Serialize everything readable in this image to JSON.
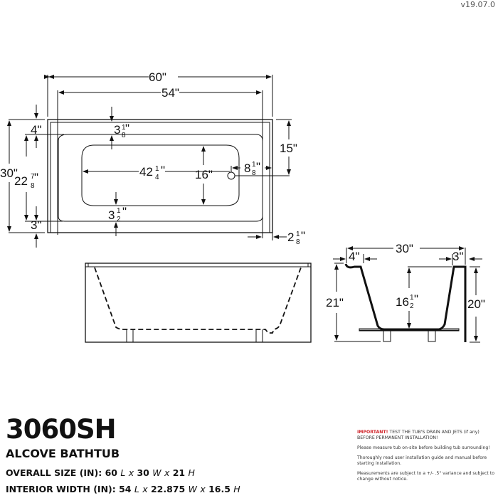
{
  "version": "v19.07.0",
  "product": {
    "model": "3060SH",
    "type": "ALCOVE BATHTUB",
    "overall_size": {
      "label": "OVERALL SIZE (IN):",
      "L": "60",
      "W": "30",
      "H": "21"
    },
    "interior_width": {
      "label": "INTERIOR WIDTH (IN):",
      "L": "54",
      "W": "22.875",
      "H": "16.5"
    }
  },
  "units": {
    "L": "L",
    "W": "W",
    "H": "H",
    "x": "x"
  },
  "top_view": {
    "overall_length": "60\"",
    "interior_length": "54\"",
    "overall_width": "30\"",
    "interior_width_whole": "22",
    "interior_width_frac_num": "7",
    "interior_width_frac_den": "8",
    "top_rim": "4\"",
    "bottom_rim": "3\"",
    "top_gap_whole": "3",
    "top_gap_num": "1",
    "top_gap_den": "8",
    "bottom_gap_whole": "3",
    "bottom_gap_num": "1",
    "bottom_gap_den": "2",
    "floor_length_whole": "42",
    "floor_length_num": "1",
    "floor_length_den": "4",
    "floor_width": "16\"",
    "drain_offset_whole": "8",
    "drain_offset_num": "1",
    "drain_offset_den": "8",
    "drain_height": "15\"",
    "apron_whole": "2",
    "apron_num": "1",
    "apron_den": "8"
  },
  "side_view": {
    "overall_width": "30\"",
    "left_rim": "4\"",
    "right_rim": "3\"",
    "overall_height": "21\"",
    "apron_height": "20\"",
    "depth_whole": "16",
    "depth_num": "1",
    "depth_den": "2"
  },
  "notes": {
    "important_label": "IMPORTANT!",
    "important_text": " TEST THE TUB'S DRAIN AND JETS (if any) BEFORE PERMANENT INSTALLATION!",
    "note1": "Please measure tub on-site before building tub surrounding!",
    "note2": "Thoroughly read user installation guide and manual before starting installation.",
    "note3": "Measurements are subject to a +/- .5\" variance and subject to change without notice."
  },
  "colors": {
    "important": "#d0262c",
    "line": "#111111"
  }
}
